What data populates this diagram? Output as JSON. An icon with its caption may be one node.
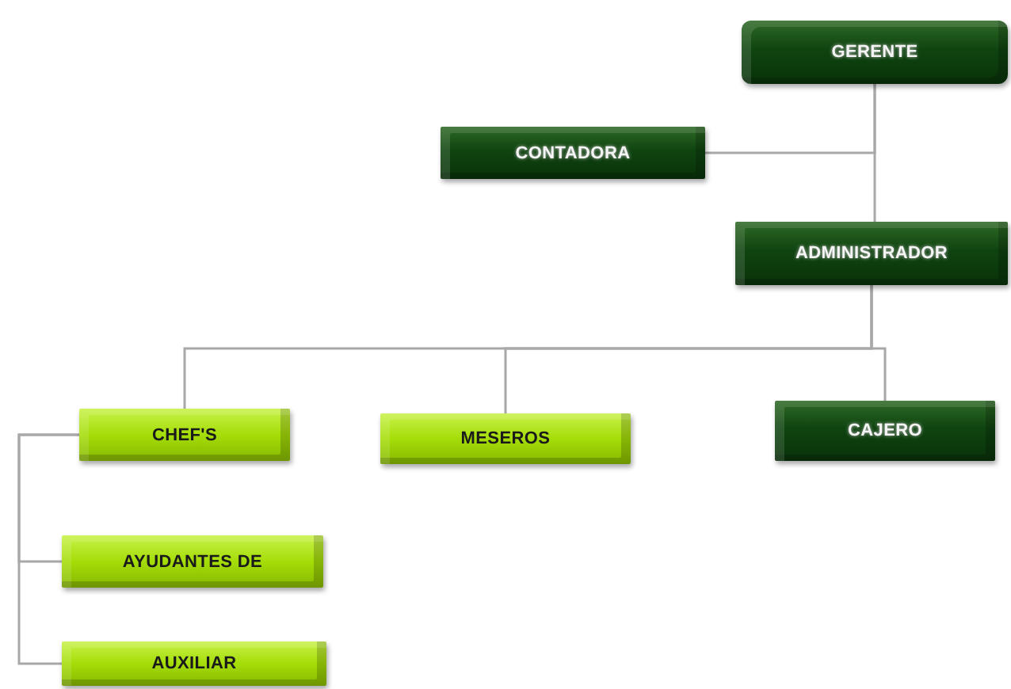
{
  "diagram": {
    "nodes": [
      {
        "text": [
          "GERENTE"
        ]
      },
      {
        "text": [
          "CONTADORA"
        ]
      },
      {
        "text": [
          "ADMINISTRADOR"
        ]
      },
      {
        "text": [
          "CHEF'S"
        ]
      },
      {
        "text": [
          "MESEROS"
        ]
      },
      {
        "text": [
          "CAJERO"
        ]
      },
      {
        "text": [
          "AYUDANTES DE"
        ]
      },
      {
        "text": [
          "AUXILIAR"
        ]
      }
    ],
    "edges": [
      {
        "from": 0,
        "to": 1,
        "arrow": "none"
      },
      {
        "from": 0,
        "to": 2,
        "arrow": "none"
      },
      {
        "from": 2,
        "to": 3,
        "arrow": "none"
      },
      {
        "from": 2,
        "to": 4,
        "arrow": "none"
      },
      {
        "from": 2,
        "to": 5,
        "arrow": "none"
      },
      {
        "from": 3,
        "to": 6,
        "arrow": "none"
      },
      {
        "from": 3,
        "to": 7,
        "arrow": "none"
      }
    ]
  }
}
